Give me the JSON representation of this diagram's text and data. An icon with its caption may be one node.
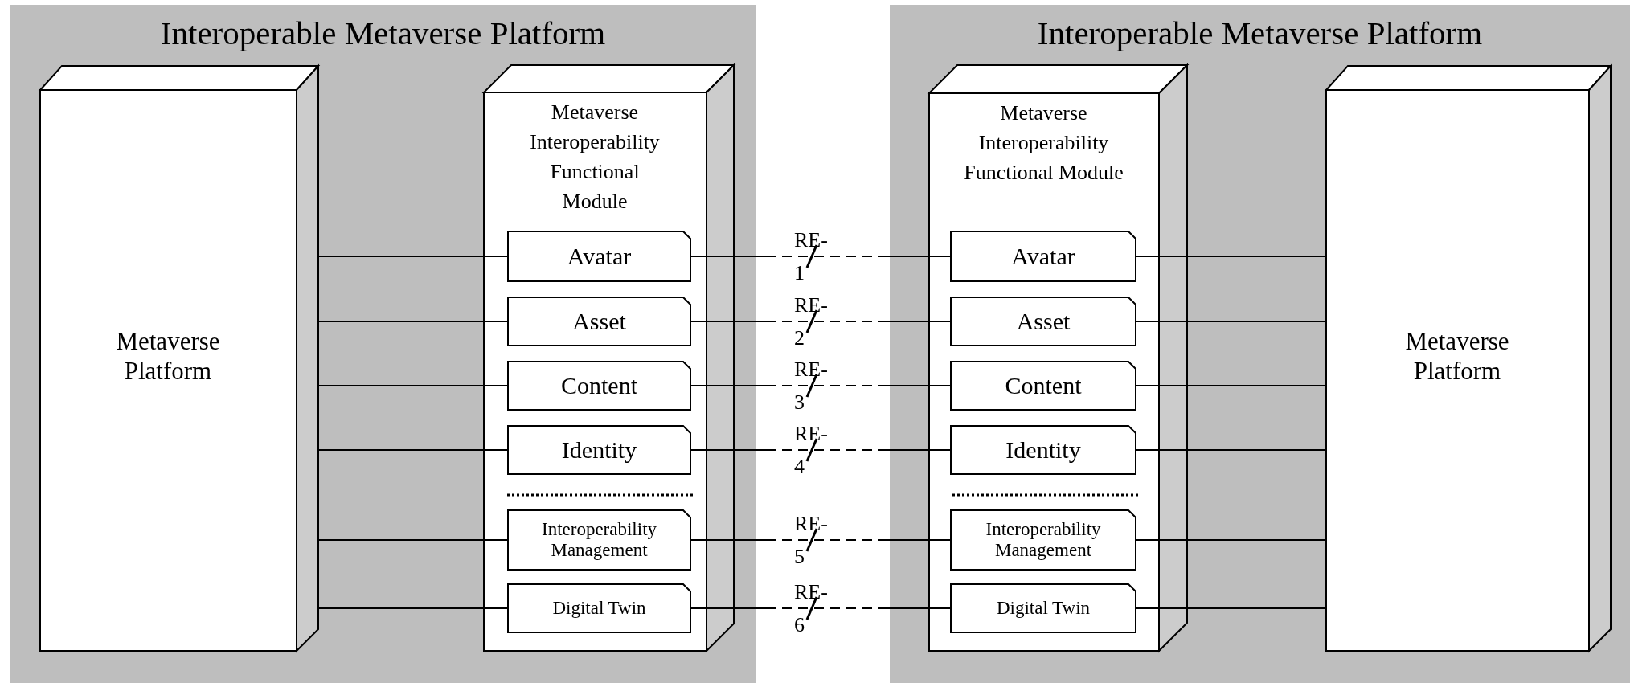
{
  "diagram": {
    "nodes": [
      {
        "text": [
          "Interoperable Metaverse Platform"
        ]
      },
      {
        "text": [
          "Metaverse Platform"
        ],
        "in": 0
      },
      {
        "text": [
          "Metaverse Interoperability Functional Module"
        ],
        "in": 0
      },
      {
        "text": [
          "Avatar"
        ],
        "in": 2
      },
      {
        "text": [
          "Asset"
        ],
        "in": 2
      },
      {
        "text": [
          "Content"
        ],
        "in": 2
      },
      {
        "text": [
          "Identity"
        ],
        "in": 2
      },
      {
        "text": [
          "Interoperability Management"
        ],
        "in": 2
      },
      {
        "text": [
          "Digital Twin"
        ],
        "in": 2
      },
      {
        "text": [
          "Interoperable Metaverse Platform"
        ]
      },
      {
        "text": [
          "Metaverse Interoperability Functional Module"
        ],
        "in": 9
      },
      {
        "text": [
          "Avatar"
        ],
        "in": 10
      },
      {
        "text": [
          "Asset"
        ],
        "in": 10
      },
      {
        "text": [
          "Content"
        ],
        "in": 10
      },
      {
        "text": [
          "Identity"
        ],
        "in": 10
      },
      {
        "text": [
          "Interoperability Management"
        ],
        "in": 10
      },
      {
        "text": [
          "Digital Twin"
        ],
        "in": 10
      },
      {
        "text": [
          "Metaverse Platform"
        ],
        "in": 9
      }
    ],
    "edges": [
      {
        "from": 1,
        "to": 3,
        "arrow": "none"
      },
      {
        "from": 1,
        "to": 4,
        "arrow": "none"
      },
      {
        "from": 1,
        "to": 5,
        "arrow": "none"
      },
      {
        "from": 1,
        "to": 6,
        "arrow": "none"
      },
      {
        "from": 1,
        "to": 7,
        "arrow": "none"
      },
      {
        "from": 1,
        "to": 8,
        "arrow": "none"
      },
      {
        "from": 3,
        "to": 11,
        "arrow": "none",
        "label": "RE-1",
        "style": "dashed"
      },
      {
        "from": 4,
        "to": 12,
        "arrow": "none",
        "label": "RE-2",
        "style": "dashed"
      },
      {
        "from": 5,
        "to": 13,
        "arrow": "none",
        "label": "RE-3",
        "style": "dashed"
      },
      {
        "from": 6,
        "to": 14,
        "arrow": "none",
        "label": "RE-4",
        "style": "dashed"
      },
      {
        "from": 7,
        "to": 15,
        "arrow": "none",
        "label": "RE-5",
        "style": "dashed"
      },
      {
        "from": 8,
        "to": 16,
        "arrow": "none",
        "label": "RE-6",
        "style": "dashed"
      },
      {
        "from": 11,
        "to": 17,
        "arrow": "none"
      },
      {
        "from": 12,
        "to": 17,
        "arrow": "none"
      },
      {
        "from": 13,
        "to": 17,
        "arrow": "none"
      },
      {
        "from": 14,
        "to": 17,
        "arrow": "none"
      },
      {
        "from": 15,
        "to": 17,
        "arrow": "none"
      },
      {
        "from": 16,
        "to": 17,
        "arrow": "none"
      }
    ]
  }
}
